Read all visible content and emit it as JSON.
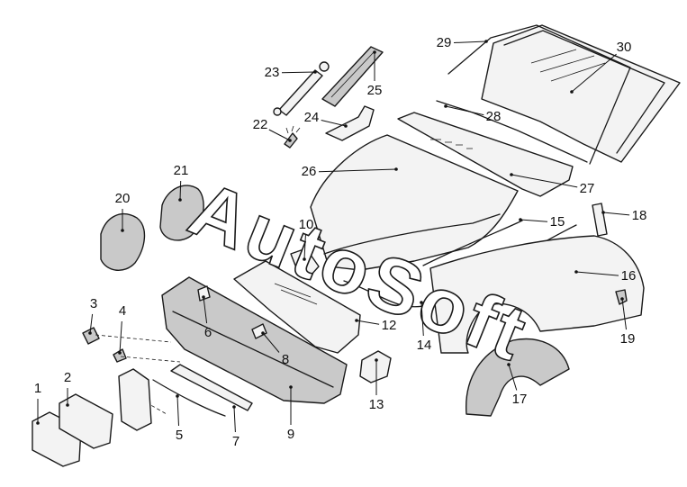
{
  "watermark": "AutoSoft",
  "callouts": [
    {
      "id": "1",
      "label": "1"
    },
    {
      "id": "2",
      "label": "2"
    },
    {
      "id": "3",
      "label": "3"
    },
    {
      "id": "4",
      "label": "4"
    },
    {
      "id": "5",
      "label": "5"
    },
    {
      "id": "6",
      "label": "6"
    },
    {
      "id": "7",
      "label": "7"
    },
    {
      "id": "8",
      "label": "8"
    },
    {
      "id": "9",
      "label": "9"
    },
    {
      "id": "10",
      "label": "10"
    },
    {
      "id": "12",
      "label": "12"
    },
    {
      "id": "13",
      "label": "13"
    },
    {
      "id": "14",
      "label": "14"
    },
    {
      "id": "15",
      "label": "15"
    },
    {
      "id": "16",
      "label": "16"
    },
    {
      "id": "17",
      "label": "17"
    },
    {
      "id": "18",
      "label": "18"
    },
    {
      "id": "19",
      "label": "19"
    },
    {
      "id": "20",
      "label": "20"
    },
    {
      "id": "21",
      "label": "21"
    },
    {
      "id": "22",
      "label": "22"
    },
    {
      "id": "23",
      "label": "23"
    },
    {
      "id": "24",
      "label": "24"
    },
    {
      "id": "25",
      "label": "25"
    },
    {
      "id": "26",
      "label": "26"
    },
    {
      "id": "27",
      "label": "27"
    },
    {
      "id": "28",
      "label": "28"
    },
    {
      "id": "29",
      "label": "29"
    },
    {
      "id": "30",
      "label": "30"
    }
  ]
}
